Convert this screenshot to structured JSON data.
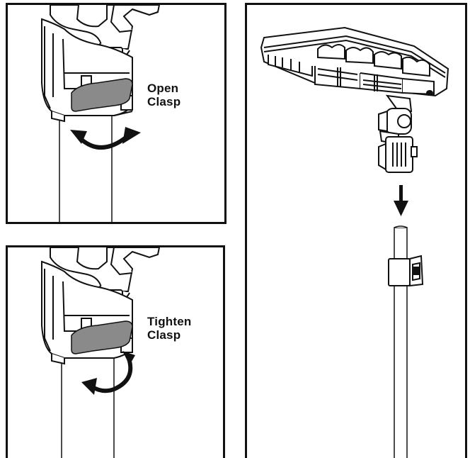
{
  "panels": {
    "open": {
      "caption_line1": "Open",
      "caption_line2": "Clasp"
    },
    "tighten": {
      "caption_line1": "Tighten",
      "caption_line2": "Clasp"
    }
  },
  "colors": {
    "line": "#111111",
    "band": "#8a8a8a",
    "fill": "#ffffff"
  },
  "icons": {
    "open": "counterclockwise-arrow-icon",
    "tighten": "clockwise-arrow-icon",
    "mount": "down-arrow-icon"
  }
}
